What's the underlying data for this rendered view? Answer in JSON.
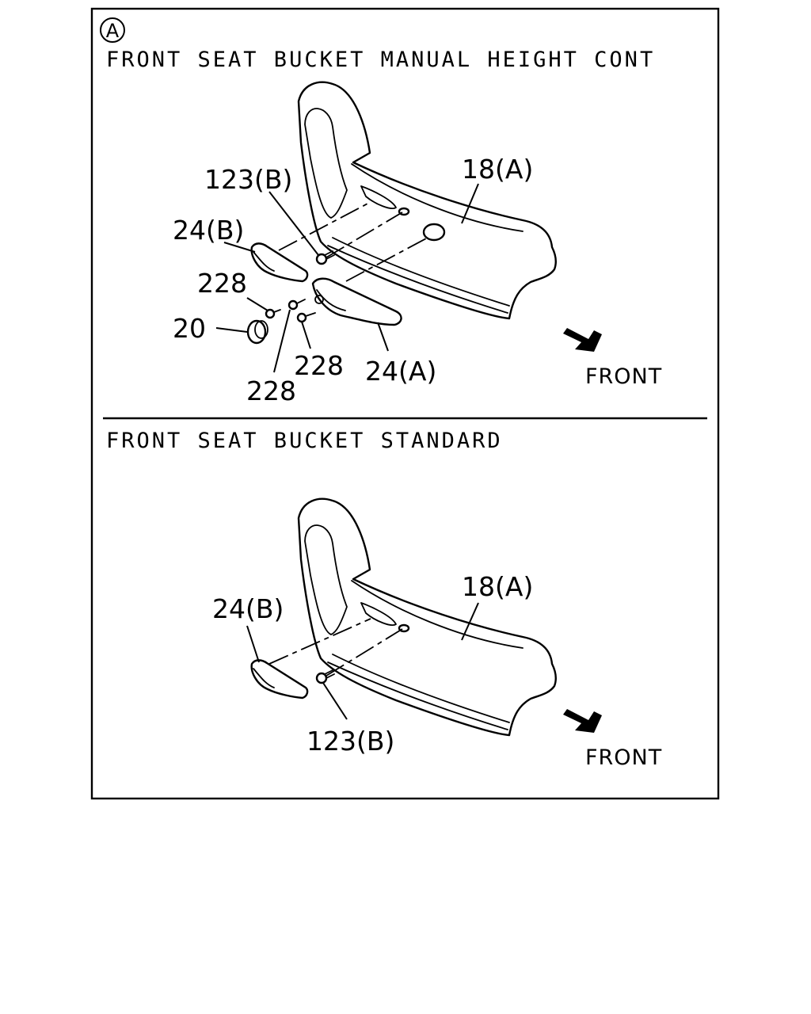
{
  "badge": "A",
  "top_panel": {
    "title": "FRONT SEAT BUCKET MANUAL HEIGHT CONT",
    "callouts": {
      "c_18a": "18(A)",
      "c_123b": "123(B)",
      "c_24b": "24(B)",
      "c_228_upper": "228",
      "c_20": "20",
      "c_228_right": "228",
      "c_24a": "24(A)",
      "c_228_lower": "228"
    },
    "front_label": "FRONT"
  },
  "bottom_panel": {
    "title": "FRONT SEAT BUCKET STANDARD",
    "callouts": {
      "c_18a": "18(A)",
      "c_24b": "24(B)",
      "c_123b": "123(B)"
    },
    "front_label": "FRONT"
  }
}
